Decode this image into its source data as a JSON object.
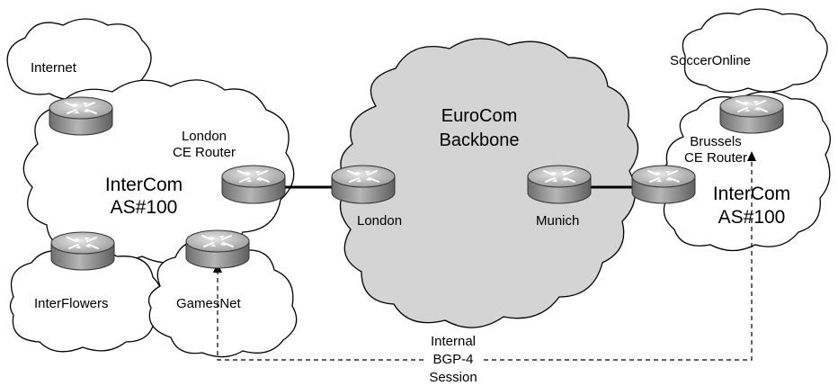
{
  "clouds": {
    "internet": "Internet",
    "intercom_left": [
      "InterCom",
      "AS#100"
    ],
    "interflowers": "InterFlowers",
    "gamesnet": "GamesNet",
    "backbone": [
      "EuroCom",
      "Backbone"
    ],
    "socceronline": "SoccerOnline",
    "intercom_right": [
      "InterCom",
      "AS#100"
    ]
  },
  "routers": {
    "london_ce": [
      "London",
      "CE Router"
    ],
    "london": "London",
    "munich": "Munich",
    "brussels_ce": [
      "Brussels",
      "CE Router"
    ]
  },
  "session": [
    "Internal",
    "BGP-4",
    "Session"
  ],
  "colors": {
    "cloud_fill": "#ffffff",
    "cloud_stroke": "#000000",
    "backbone_fill": "#d4d4d4",
    "router_top": "#b9b9b9",
    "router_side": "#8a8a8a"
  }
}
